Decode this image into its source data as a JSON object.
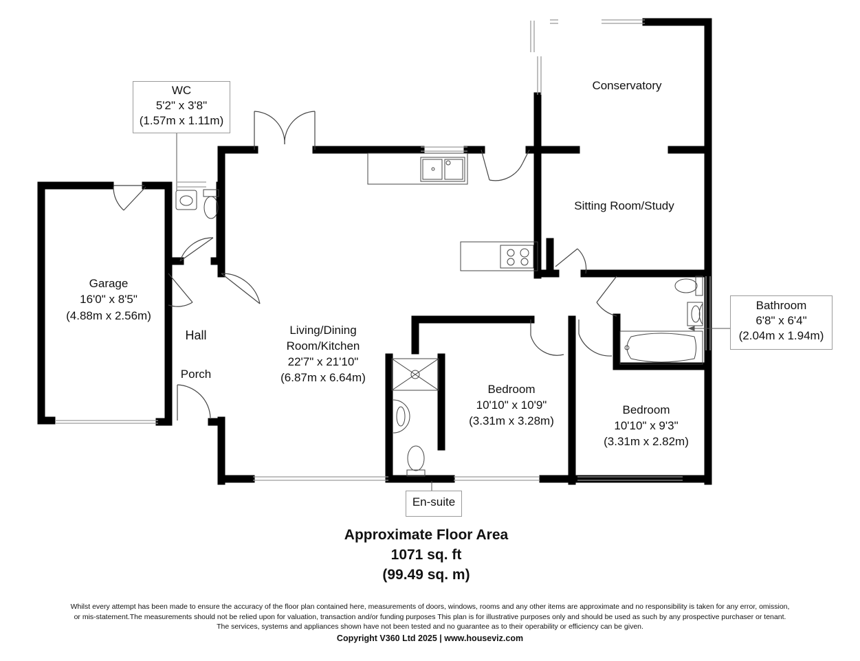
{
  "rooms": {
    "conservatory": {
      "name": "Conservatory"
    },
    "sitting": {
      "name": "Sitting Room/Study"
    },
    "garage": {
      "name": "Garage",
      "imperial": "16'0\" x 8'5\"",
      "metric": "(4.88m x 2.56m)"
    },
    "hall": {
      "name": "Hall"
    },
    "porch": {
      "name": "Porch"
    },
    "living": {
      "name_line1": "Living/Dining",
      "name_line2": "Room/Kitchen",
      "imperial": "22'7\" x 21'10\"",
      "metric": "(6.87m x 6.64m)"
    },
    "bedroom1": {
      "name": "Bedroom",
      "imperial": "10'10\" x 10'9\"",
      "metric": "(3.31m x 3.28m)"
    },
    "bedroom2": {
      "name": "Bedroom",
      "imperial": "10'10\" x 9'3\"",
      "metric": "(3.31m x 2.82m)"
    }
  },
  "callouts": {
    "wc": {
      "name": "WC",
      "imperial": "5'2\" x 3'8\"",
      "metric": "(1.57m x 1.11m)"
    },
    "bathroom": {
      "name": "Bathroom",
      "imperial": "6'8\" x 6'4\"",
      "metric": "(2.04m x 1.94m)"
    },
    "ensuite": {
      "name": "En-suite"
    }
  },
  "floor_area": {
    "title": "Approximate Floor Area",
    "sqft": "1071 sq. ft",
    "sqm": "(99.49 sq. m)"
  },
  "disclaimer": {
    "line1": "Whilst every attempt has been made to ensure the accuracy of the floor plan contained here, measurements of doors, windows, rooms and any other items are approximate and no responsibility is taken for any error, omission,",
    "line2": "or mis-statement.The measurements should not be relied upon for valuation, transaction and/or funding purposes This plan is for illustrative purposes only and should be used as such by any prospective purchaser or tenant.",
    "line3": "The services, systems and appliances shown have not been tested and no guarantee as to their operability or efficiency can be given.",
    "copyright": "Copyright V360 Ltd 2025 | www.houseviz.com"
  },
  "colors": {
    "wall": "#000000",
    "window": "#9a9a9a",
    "line": "#555555"
  }
}
